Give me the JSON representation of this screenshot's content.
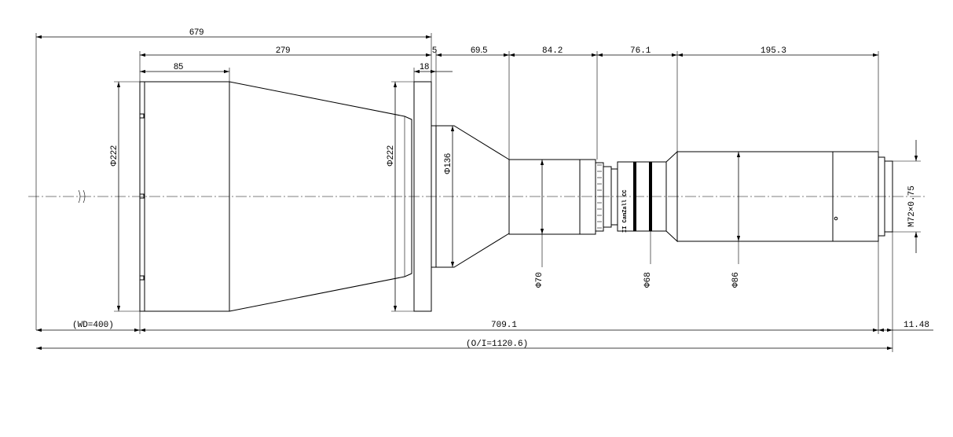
{
  "drawing": {
    "top_dims": {
      "d679": "679",
      "d279": "279",
      "d85": "85",
      "d5": "5",
      "d18": "18",
      "d69_5": "69.5",
      "d84_2": "84.2",
      "d76_1": "76.1",
      "d195_3": "195.3"
    },
    "diameters": {
      "front_222": "Φ222",
      "flange_222": "Φ222",
      "d136": "Φ136",
      "d70": "Φ70",
      "d68": "Φ68",
      "d86": "Φ86",
      "thread": "M72×0.75"
    },
    "bottom_dims": {
      "wd": "(WD=400)",
      "length": "709.1",
      "rear": "11.48",
      "oi": "(O/I=1120.6)"
    },
    "ring_marking": "II CamZall CC"
  }
}
